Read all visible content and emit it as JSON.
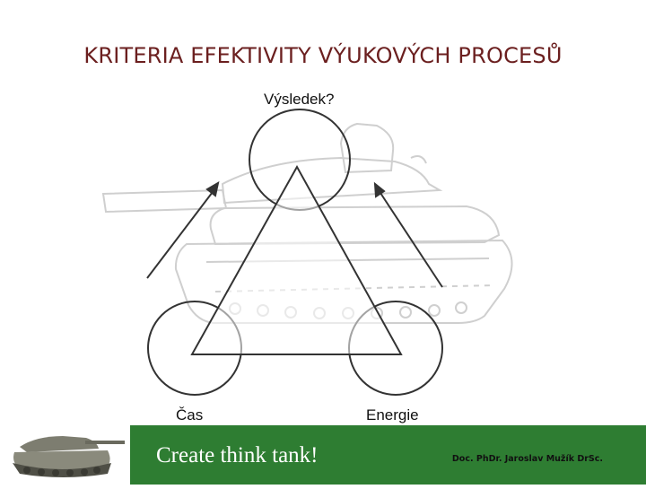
{
  "slide": {
    "title": "KRITERIA EFEKTIVITY VÝUKOVÝCH PROCESŮ"
  },
  "diagram": {
    "top_label": "Výsledek?",
    "left_label": "Čas",
    "right_label": "Energie"
  },
  "footer": {
    "slogan": "Create think tank!",
    "author": "Doc. PhDr. Jaroslav Mužík DrSc.",
    "bar_color": "#2e7d32"
  }
}
